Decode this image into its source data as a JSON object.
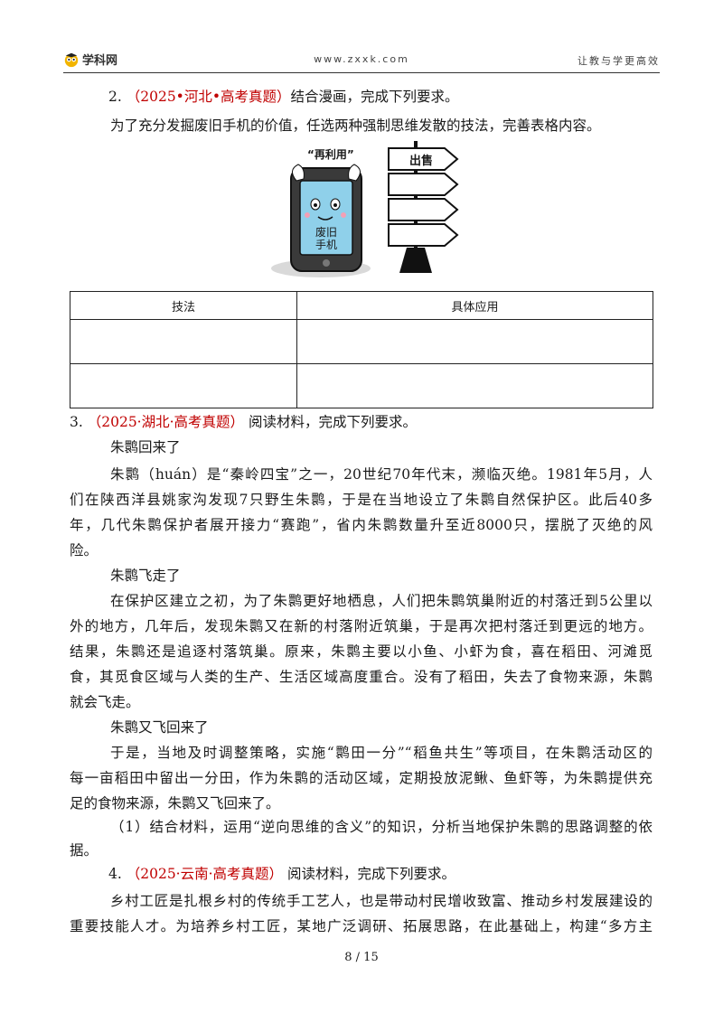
{
  "header": {
    "logo_text": "学科网",
    "site": "www.zxxk.com",
    "slogan": "让教与学更高效"
  },
  "q2": {
    "number": "2.",
    "source": "（2025•河北•高考真题）",
    "prompt": "结合漫画，完成下列要求。",
    "instruction": "为了充分发掘废旧手机的价值，任选两种强制思维发散的技法，完善表格内容。",
    "cartoon": {
      "caption": "“再利用”",
      "sign": "出售",
      "phone_line1": "废旧",
      "phone_line2": "手机"
    },
    "table": {
      "col1": "技法",
      "col2": "具体应用"
    }
  },
  "q3": {
    "number": "3.",
    "source": "（2025·湖北·高考真题）",
    "prompt": "阅读材料，完成下列要求。",
    "h1": "朱鹮回来了",
    "p1": [
      "朱鹮（huán）是“秦岭四宝”之一，20世纪70年代末，濒临灭绝。1981年5月，人",
      "们在陕西洋县姚家沟发现7只野生朱鹮，于是在当地设立了朱鹮自然保护区。此后40多",
      "年，几代朱鹮保护者展开接力“赛跑”，省内朱鹮数量升至近8000只，摆脱了灭绝的风",
      "险。"
    ],
    "h2": "朱鹮飞走了",
    "p2": [
      "在保护区建立之初，为了朱鹮更好地栖息，人们把朱鹮筑巢附近的村落迁到5公里以",
      "外的地方，几年后，发现朱鹮又在新的村落附近筑巢，于是再次把村落迁到更远的地方。",
      "结果，朱鹮还是追逐村落筑巢。原来，朱鹮主要以小鱼、小虾为食，喜在稻田、河滩觅",
      "食，其觅食区域与人类的生产、生活区域高度重合。没有了稻田，失去了食物来源，朱鹮",
      "就会飞走。"
    ],
    "h3": "朱鹮又飞回来了",
    "p3": [
      "于是，当地及时调整策略，实施“鹮田一分”“稻鱼共生”等项目，在朱鹮活动区的",
      "每一亩稻田中留出一分田，作为朱鹮的活动区域，定期投放泥鳅、鱼虾等，为朱鹮提供充",
      "足的食物来源，朱鹮又飞回来了。"
    ],
    "sub1": [
      "（1）结合材料，运用“逆向思维的含义”的知识，分析当地保护朱鹮的思路调整的依",
      "据。"
    ]
  },
  "q4": {
    "number": "4.",
    "source": "（2025·云南·高考真题）",
    "prompt": "阅读材料，完成下列要求。",
    "p1": [
      "乡村工匠是扎根乡村的传统手工艺人，也是带动村民增收致富、推动乡村发展建设的",
      "重要技能人才。为培养乡村工匠，某地广泛调研、拓展思路，在此基础上，构建“多方主"
    ]
  },
  "footer": {
    "page": "8  /  15"
  }
}
